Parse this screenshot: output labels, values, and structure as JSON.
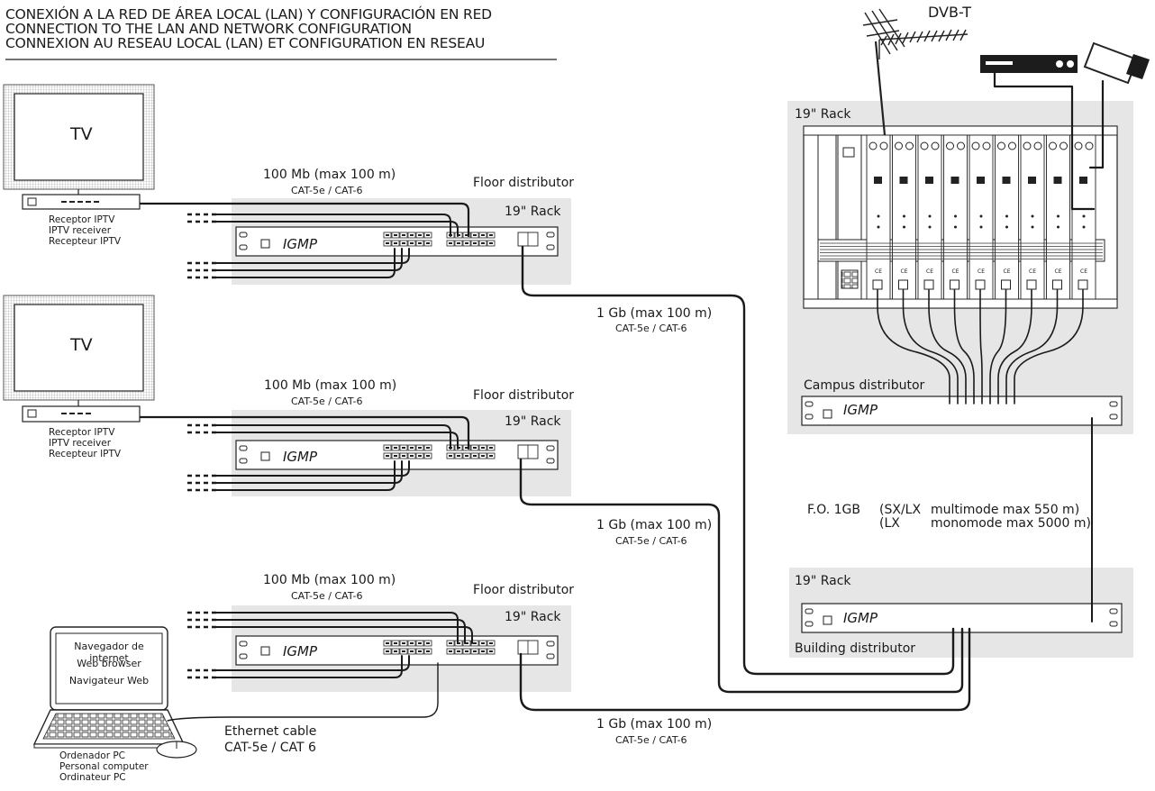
{
  "title": {
    "line1": "CONEXIÓN A LA RED DE ÁREA LOCAL (LAN) Y CONFIGURACIÓN EN RED",
    "line2": "CONNECTION TO THE LAN AND NETWORK CONFIGURATION",
    "line3": "CONNEXION AU RESEAU LOCAL (LAN) ET CONFIGURATION EN RESEAU"
  },
  "tv_label": "TV",
  "receiver": {
    "line1": "Receptor IPTV",
    "line2": "IPTV receiver",
    "line3": "Recepteur IPTV"
  },
  "pc_screen": {
    "line1": "Navegador de internet",
    "line2": "Web browser",
    "line3": "Navigateur Web"
  },
  "pc_label": {
    "line1": "Ordenador PC",
    "line2": "Personal computer",
    "line3": "Ordinateur PC"
  },
  "ethernet_cable": {
    "line1": "Ethernet cable",
    "line2": "CAT-5e / CAT 6"
  },
  "link_100mb": {
    "speed": "100 Mb (max 100 m)",
    "cable": "CAT-5e / CAT-6"
  },
  "link_1gb": {
    "speed": "1 Gb (max 100 m)",
    "cable": "CAT-5e / CAT-6"
  },
  "floor_distributor": "Floor distributor",
  "campus_distributor": "Campus distributor",
  "building_distributor": "Building distributor",
  "rack_label": "19\" Rack",
  "igmp_label": "IGMP",
  "dvbt_label": "DVB-T",
  "fiber": {
    "label": "F.O. 1GB",
    "mode1": "(SX/LX",
    "mode1_desc": "multimode max 550 m)",
    "mode2": "(LX",
    "mode2_desc": "monomode max 5000 m)"
  },
  "module_mark": "CE",
  "headend_module_count": 9
}
